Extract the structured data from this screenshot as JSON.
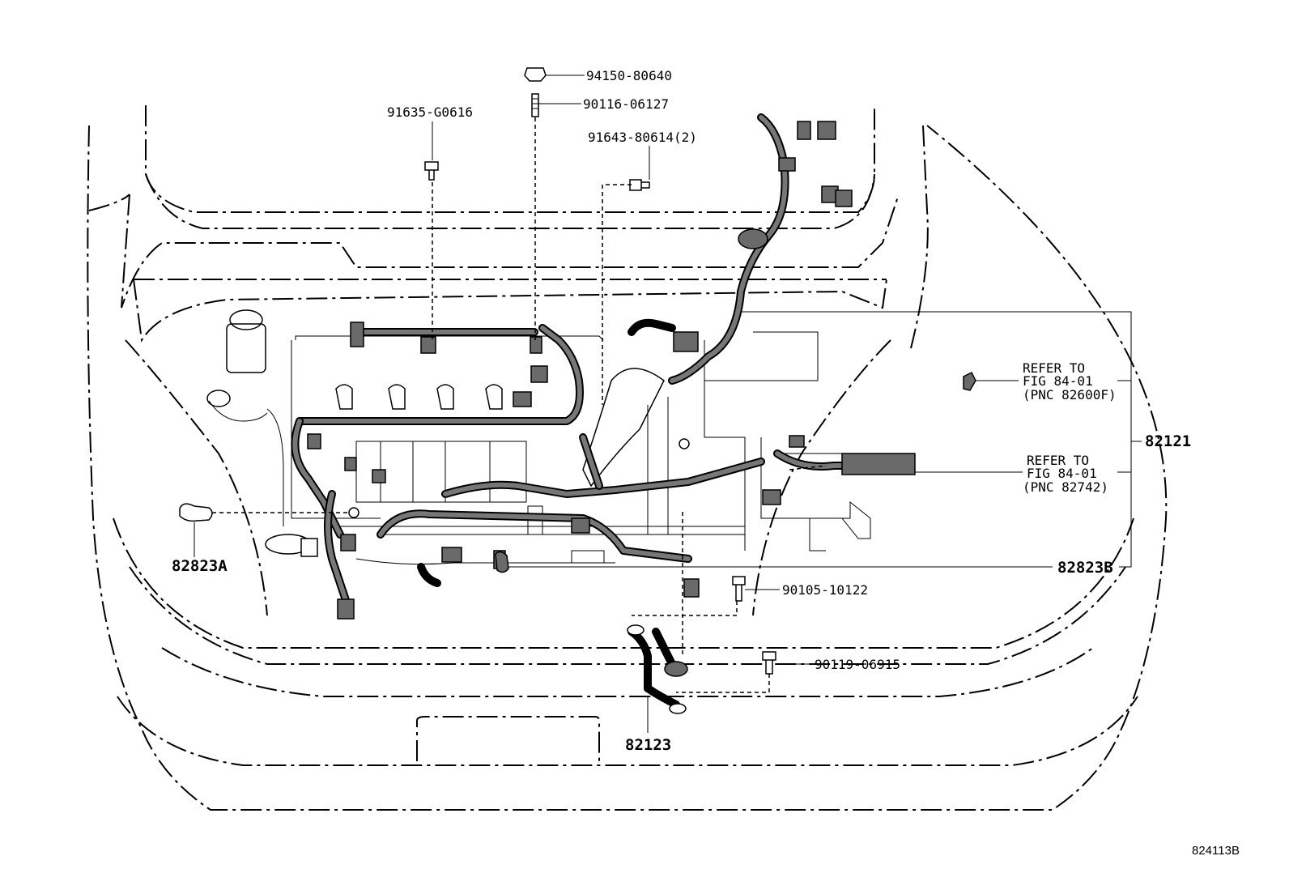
{
  "labels": {
    "p94150": "94150-80640",
    "p90116": "90116-06127",
    "p91635": "91635-G0616",
    "p91643": "91643-80614(2)",
    "p82121": "82121",
    "p82823A": "82823A",
    "p82823B": "82823B",
    "p90105": "90105-10122",
    "p90119": "90119-06915",
    "p82123": "82123"
  },
  "refer1": {
    "line1": "REFER TO",
    "line2": "FIG 84-01",
    "line3": "(PNC 82600F)"
  },
  "refer2": {
    "line1": "REFER TO",
    "line2": "FIG 84-01",
    "line3": "(PNC 82742)"
  },
  "figure_id": "824113B"
}
